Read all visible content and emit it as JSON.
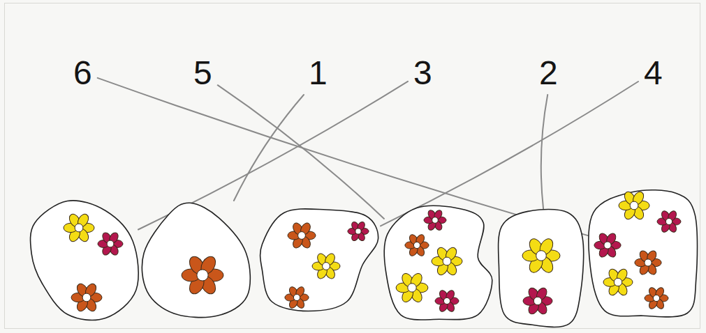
{
  "diagram": {
    "nodes": [
      {
        "text": [
          "6"
        ]
      },
      {
        "text": [
          "5"
        ]
      },
      {
        "text": [
          "1"
        ]
      },
      {
        "text": [
          "3"
        ]
      },
      {
        "text": [
          "2"
        ]
      },
      {
        "text": [
          "4"
        ]
      },
      {
        "text": []
      },
      {
        "text": []
      },
      {
        "text": []
      },
      {
        "text": []
      },
      {
        "text": []
      },
      {
        "text": []
      }
    ],
    "edges": [
      {
        "from": 0,
        "to": 11,
        "arrow": "none"
      },
      {
        "from": 1,
        "to": 9,
        "arrow": "none"
      },
      {
        "from": 2,
        "to": 7,
        "arrow": "none"
      },
      {
        "from": 3,
        "to": 6,
        "arrow": "none"
      },
      {
        "from": 4,
        "to": 10,
        "arrow": "none"
      },
      {
        "from": 5,
        "to": 8,
        "arrow": "none"
      }
    ]
  }
}
